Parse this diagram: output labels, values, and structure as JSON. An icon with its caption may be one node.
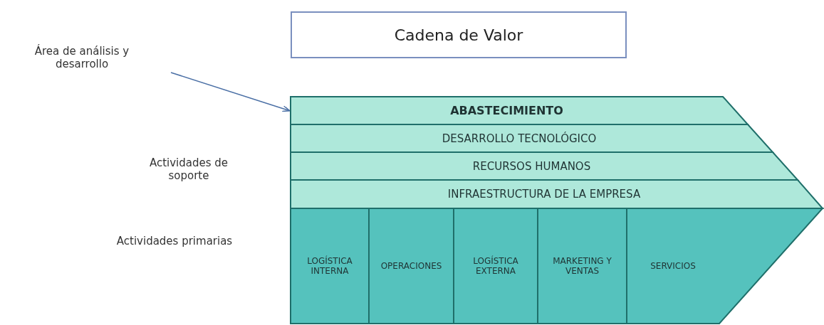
{
  "diagram": {
    "title": "Cadena de Valor",
    "nodes": [
      {
        "text": [
          "Área de análisis y desarrollo"
        ]
      },
      {
        "text": [
          "ABASTECIMIENTO"
        ]
      },
      {
        "text": [
          "DESARROLLO TECNOLÓGICO"
        ]
      },
      {
        "text": [
          "RECURSOS HUMANOS"
        ]
      },
      {
        "text": [
          "INFRAESTRUCTURA DE LA EMPRESA"
        ]
      },
      {
        "text": [
          "LOGÍSTICA INTERNA"
        ]
      },
      {
        "text": [
          "OPERACIONES"
        ]
      },
      {
        "text": [
          "LOGÍSTICA EXTERNA"
        ]
      },
      {
        "text": [
          "MARKETING Y VENTAS"
        ]
      },
      {
        "text": [
          "SERVICIOS"
        ]
      }
    ],
    "edges": [
      {
        "from": 0,
        "to": 1,
        "arrow": "to"
      }
    ],
    "labels": [
      "Actividades de soporte",
      "Actividades primarias"
    ]
  }
}
